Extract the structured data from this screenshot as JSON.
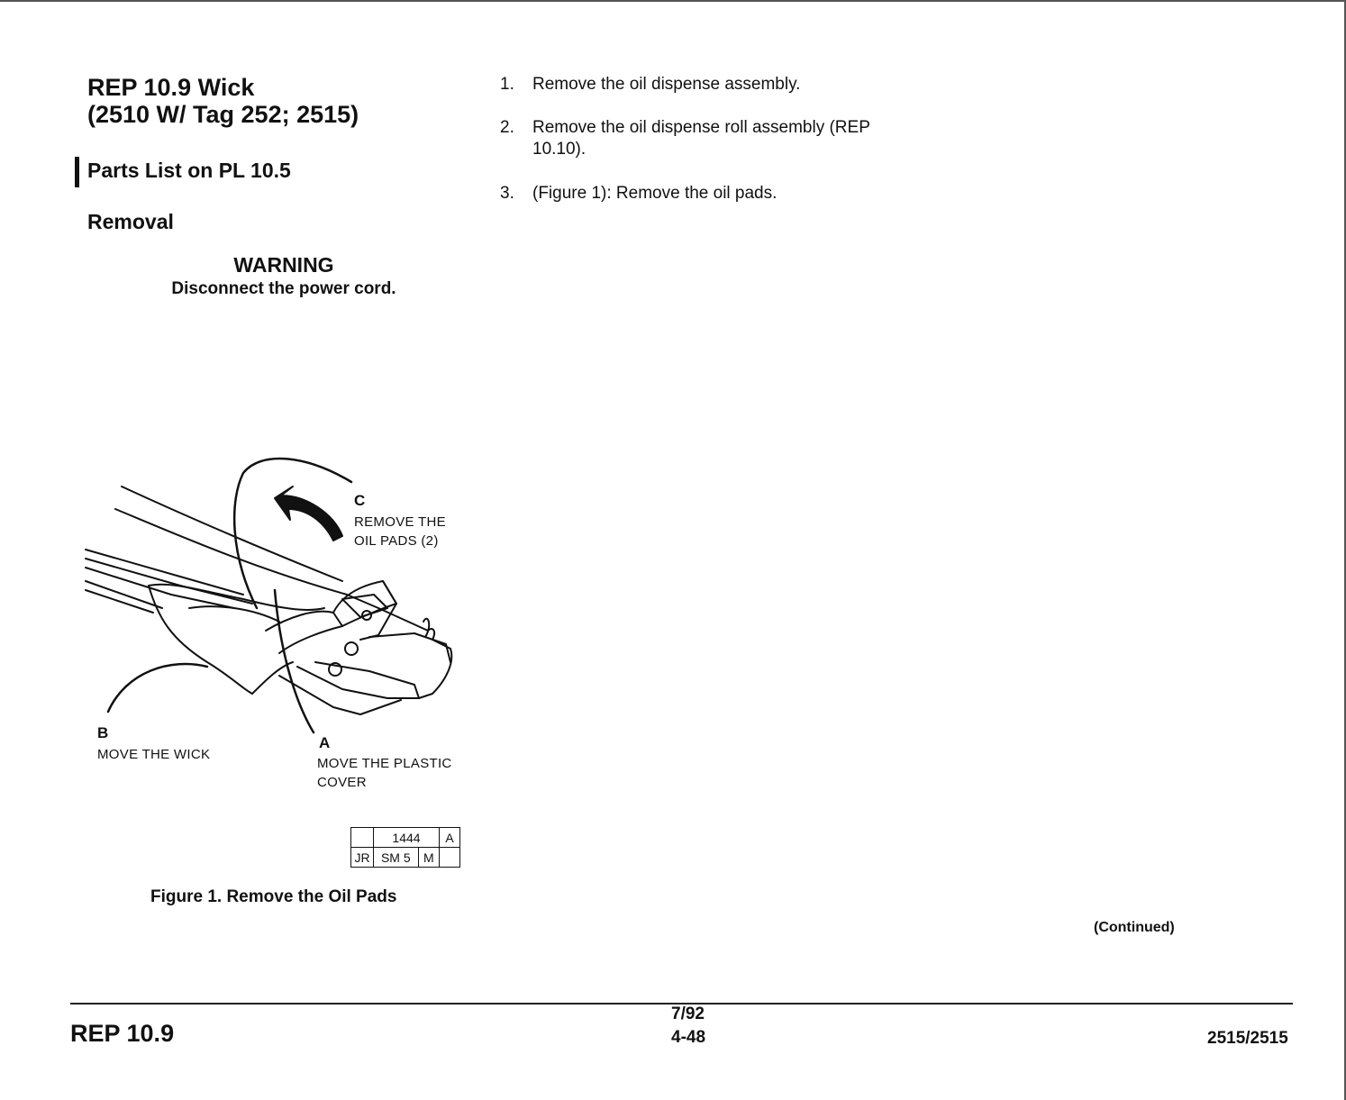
{
  "header": {
    "title": "REP 10.9  Wick",
    "subtitle": "(2510 W/ Tag 252; 2515)",
    "parts_list": "Parts List on PL 10.5",
    "section": "Removal"
  },
  "warning": {
    "title": "WARNING",
    "text": "Disconnect the power cord."
  },
  "steps": [
    {
      "num": "1.",
      "text": "Remove the oil dispense assembly."
    },
    {
      "num": "2.",
      "text": "Remove the oil dispense roll assembly (REP 10.10)."
    },
    {
      "num": "3.",
      "text": "(Figure 1):  Remove the oil pads."
    }
  ],
  "figure": {
    "callouts": {
      "c_letter": "C",
      "c_line1": "REMOVE THE",
      "c_line2": "OIL PADS (2)",
      "b_letter": "B",
      "b_text": "MOVE THE WICK",
      "a_letter": "A",
      "a_line1": "MOVE THE PLASTIC",
      "a_line2": "COVER"
    },
    "id_box": {
      "r1c1": "",
      "r1c2": "1444",
      "r1c3": "A",
      "r2c1": "JR",
      "r2c2": "SM 5",
      "r2c3": "M",
      "r2c4": ""
    },
    "caption": "Figure 1.  Remove the Oil Pads"
  },
  "continued": "(Continued)",
  "footer": {
    "left": "REP 10.9",
    "date": "7/92",
    "page": "4-48",
    "right": "2515/2515"
  }
}
